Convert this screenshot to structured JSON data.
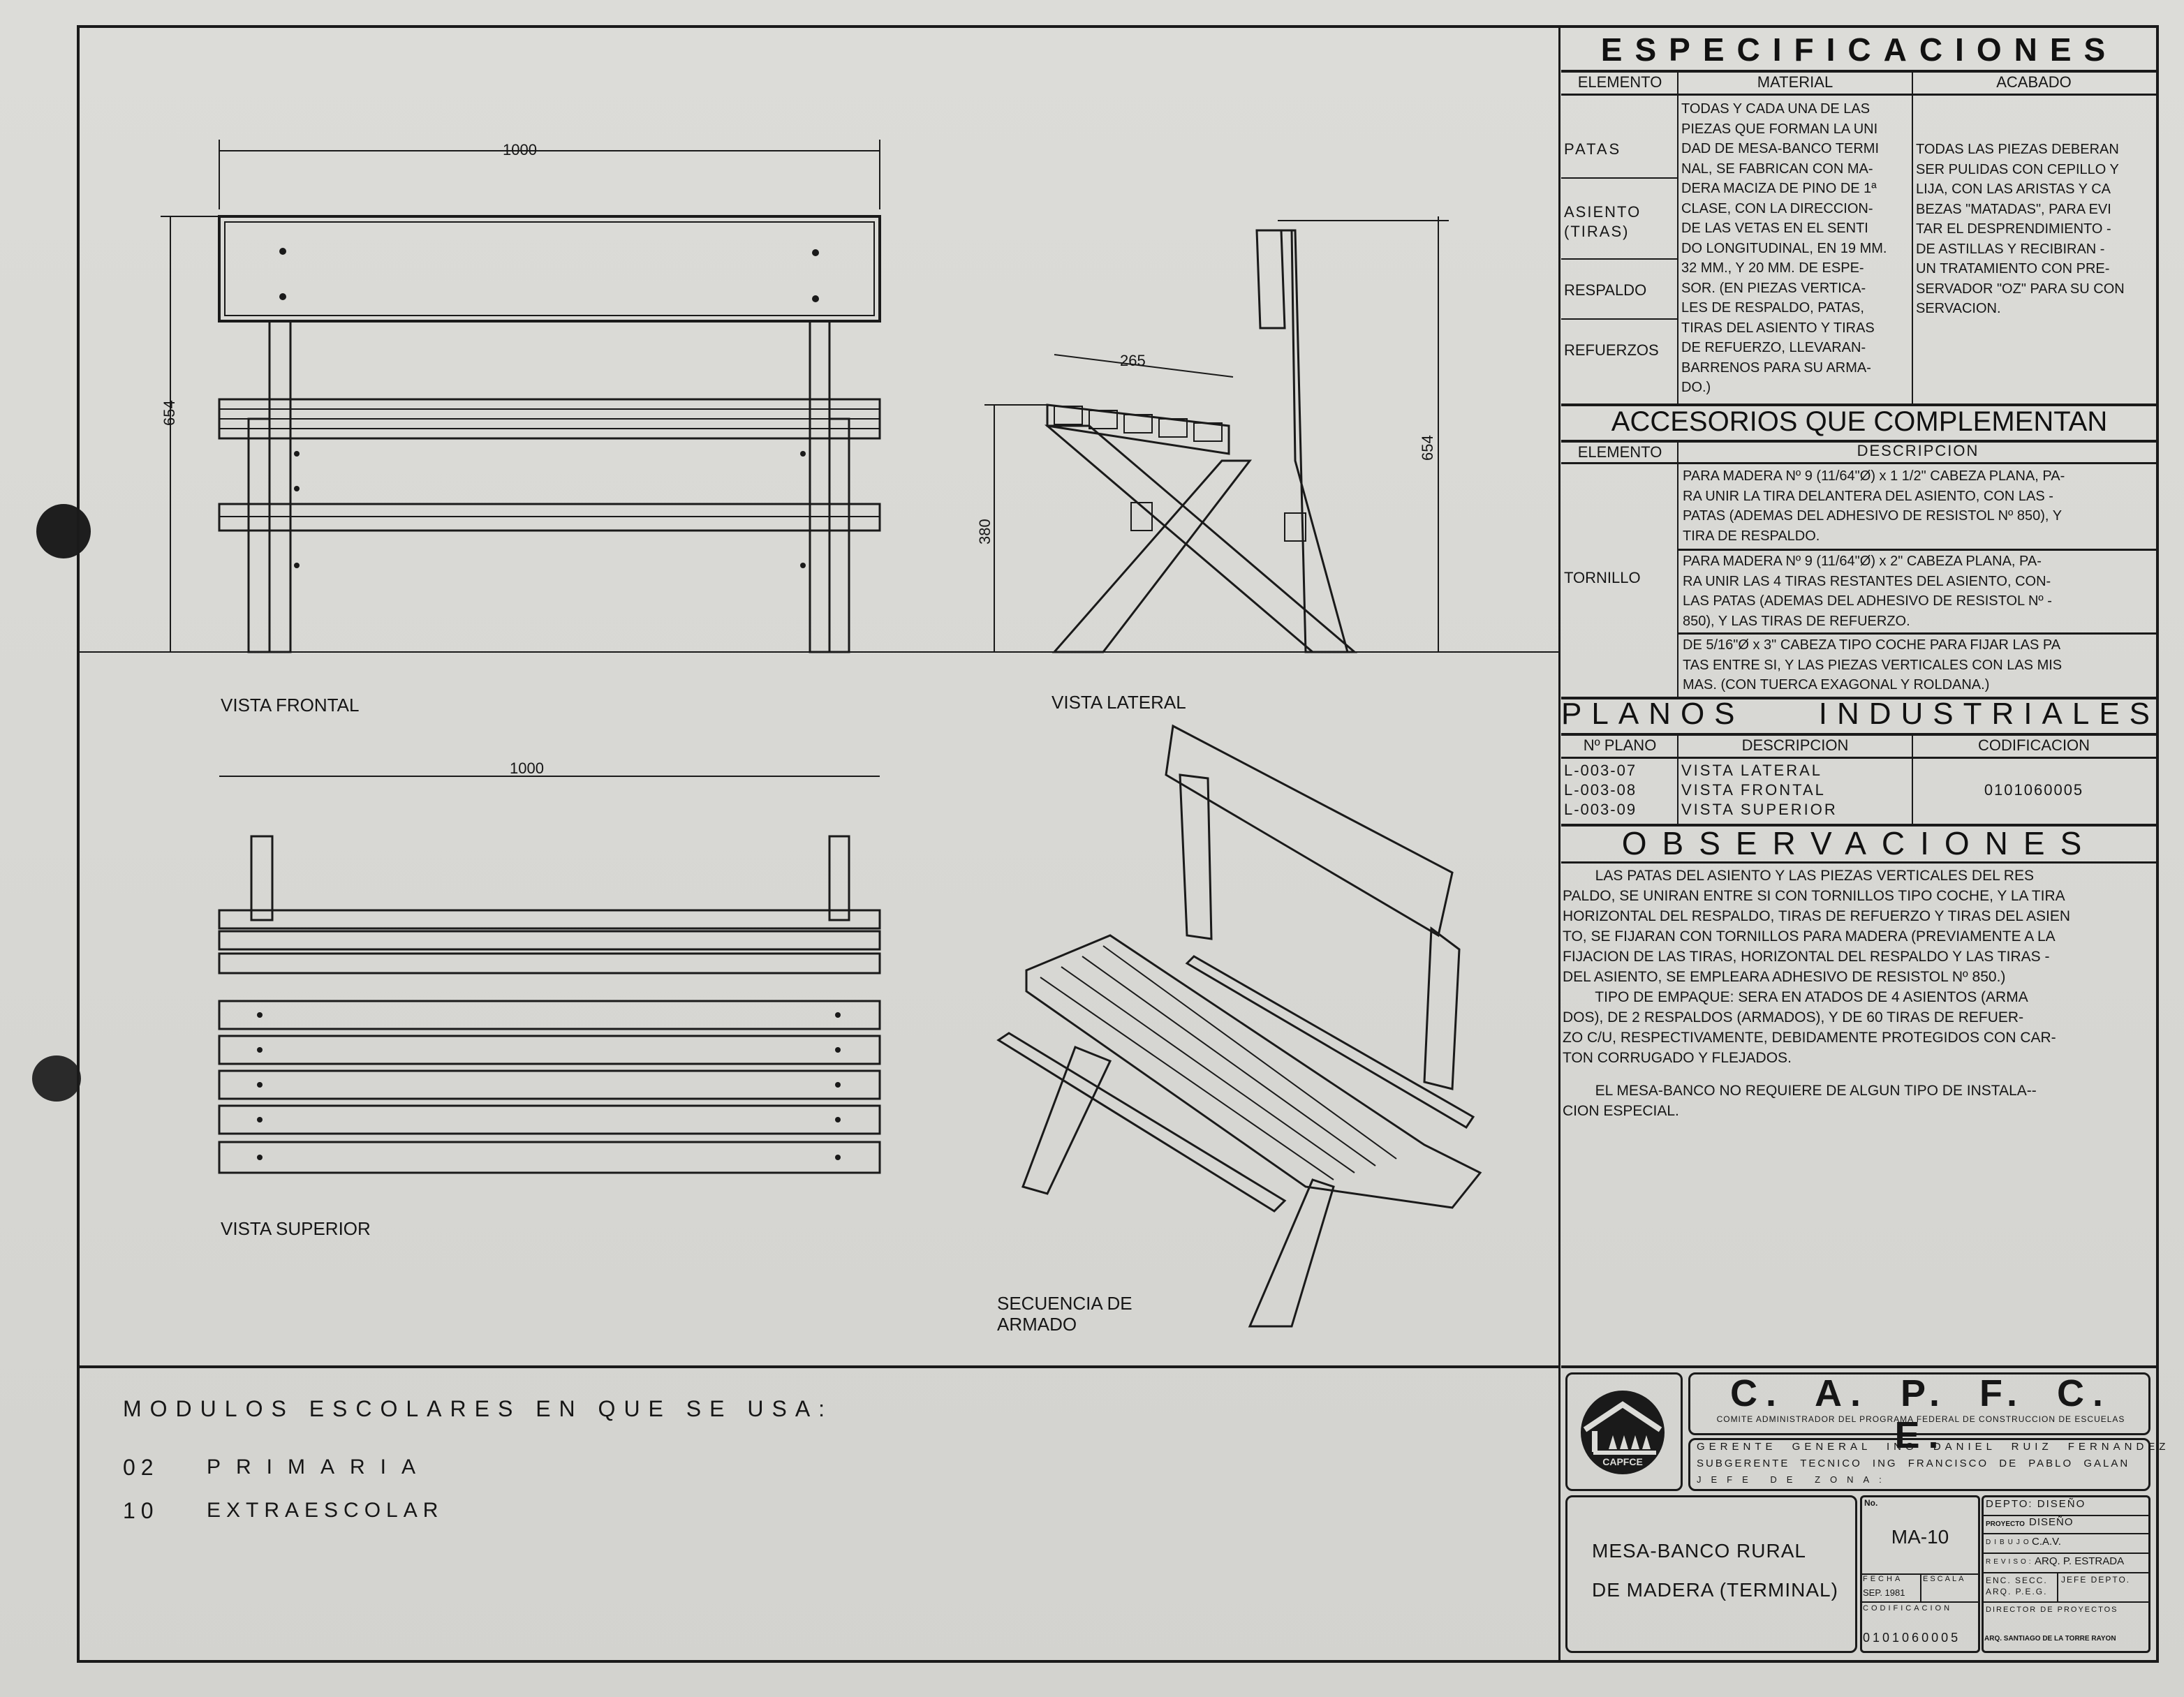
{
  "drawing": {
    "front_view": {
      "label": "VISTA FRONTAL",
      "width_dim": "1000",
      "height_dim": "654"
    },
    "side_view": {
      "label": "VISTA LATERAL",
      "depth_dim": "265",
      "seat_height_dim": "380",
      "height_dim": "654"
    },
    "top_view": {
      "label": "VISTA SUPERIOR",
      "width_dim": "1000"
    },
    "assembly": {
      "label": "SECUENCIA DE\nARMADO"
    }
  },
  "modules": {
    "title": "MODULOS ESCOLARES EN QUE SE USA:",
    "items": [
      {
        "code": "02",
        "name": "PRIMARIA"
      },
      {
        "code": "10",
        "name": "EXTRAESCOLAR"
      }
    ]
  },
  "specs": {
    "title": "ESPECIFICACIONES",
    "col_elemento": "ELEMENTO",
    "col_material": "MATERIAL",
    "col_acabado": "ACABADO",
    "elements": [
      "PATAS",
      "ASIENTO\n(TIRAS)",
      "RESPALDO",
      "REFUERZOS"
    ],
    "material": "TODAS Y CADA UNA DE LAS\nPIEZAS QUE FORMAN LA UNI\nDAD DE MESA-BANCO TERMI\nNAL, SE FABRICAN CON MA-\nDERA MACIZA DE PINO DE 1ª\nCLASE, CON LA DIRECCION-\nDE LAS VETAS EN EL SENTI\nDO LONGITUDINAL, EN 19 MM.\n32 MM., Y 20 MM. DE ESPE-\nSOR. (EN PIEZAS VERTICA-\nLES DE RESPALDO, PATAS,\nTIRAS DEL ASIENTO Y TIRAS\nDE REFUERZO, LLEVARAN-\nBARRENOS PARA SU ARMA-\nDO.)",
    "acabado": "TODAS LAS PIEZAS DEBERAN\nSER PULIDAS CON CEPILLO Y\nLIJA, CON LAS ARISTAS Y CA\nBEZAS \"MATADAS\", PARA EVI\nTAR EL DESPRENDIMIENTO -\nDE ASTILLAS Y RECIBIRAN -\nUN TRATAMIENTO CON PRE-\nSERVADOR \"OZ\" PARA SU CON\nSERVACION."
  },
  "accesorios": {
    "title": "ACCESORIOS QUE COMPLEMENTAN",
    "col_elemento": "ELEMENTO",
    "col_descripcion": "DESCRIPCION",
    "element": "TORNILLO",
    "rows": [
      "PARA MADERA Nº 9 (11/64\"Ø) x 1 1/2\" CABEZA PLANA, PA-\nRA UNIR LA TIRA DELANTERA DEL ASIENTO, CON LAS -\nPATAS (ADEMAS DEL ADHESIVO DE RESISTOL Nº 850), Y\nTIRA DE RESPALDO.",
      "PARA MADERA Nº 9 (11/64\"Ø) x 2\" CABEZA PLANA, PA-\nRA UNIR LAS 4 TIRAS RESTANTES DEL ASIENTO, CON-\nLAS PATAS (ADEMAS DEL ADHESIVO DE RESISTOL Nº -\n850), Y LAS TIRAS DE REFUERZO.",
      "DE 5/16\"Ø x 3\" CABEZA TIPO COCHE PARA FIJAR LAS PA\nTAS ENTRE SI, Y LAS PIEZAS VERTICALES CON LAS MIS\nMAS. (CON TUERCA EXAGONAL Y ROLDANA.)"
    ]
  },
  "planos": {
    "title": "PLANOS INDUSTRIALES",
    "col_no": "Nº PLANO",
    "col_descripcion": "DESCRIPCION",
    "col_codificacion": "CODIFICACION",
    "rows": [
      {
        "no": "L-003-07",
        "desc": "VISTA LATERAL"
      },
      {
        "no": "L-003-08",
        "desc": "VISTA FRONTAL"
      },
      {
        "no": "L-003-09",
        "desc": "VISTA SUPERIOR"
      }
    ],
    "codificacion": "0101060005"
  },
  "observaciones": {
    "title": "OBSERVACIONES",
    "p1": "        LAS PATAS DEL ASIENTO Y LAS PIEZAS VERTICALES DEL RES\nPALDO, SE UNIRAN ENTRE SI CON TORNILLOS TIPO COCHE, Y LA TIRA\nHORIZONTAL DEL RESPALDO, TIRAS DE REFUERZO Y TIRAS DEL ASIEN\nTO, SE FIJARAN CON TORNILLOS PARA MADERA (PREVIAMENTE A LA\nFIJACION DE LAS TIRAS, HORIZONTAL DEL RESPALDO Y LAS TIRAS -\nDEL ASIENTO, SE EMPLEARA ADHESIVO DE RESISTOL Nº 850.)\n        TIPO DE EMPAQUE: SERA EN ATADOS DE 4 ASIENTOS (ARMA\nDOS), DE 2 RESPALDOS (ARMADOS), Y DE 60 TIRAS DE REFUER-\nZO C/U, RESPECTIVAMENTE, DEBIDAMENTE PROTEGIDOS CON CAR-\nTON CORRUGADO Y FLEJADOS.",
    "p2": "        EL MESA-BANCO NO REQUIERE DE ALGUN TIPO DE INSTALA--\nCION ESPECIAL."
  },
  "title_block": {
    "logo_text": "CAPFCE",
    "org": "C. A. P. F. C. E.",
    "org_full": "COMITE ADMINISTRADOR DEL PROGRAMA FEDERAL DE CONSTRUCCION DE ESCUELAS",
    "gerente": "GERENTE GENERAL ING DANIEL RUIZ FERNANDEZ",
    "subgerente": "SUBGERENTE TECNICO ING FRANCISCO DE PABLO GALAN",
    "jefe_zona": "JEFE DE ZONA:",
    "title": "MESA-BANCO RURAL\nDE MADERA (TERMINAL)",
    "no_label": "No.",
    "no": "MA-10",
    "fecha_label": "FECHA",
    "fecha": "SEP. 1981",
    "escala_label": "ESCALA",
    "codificacion_label": "CODIFICACION",
    "codificacion": "0101060005",
    "depto": "DEPTO: DISEÑO",
    "proyecto_label": "PROYECTO",
    "proyecto": "DISEÑO",
    "dibujo_label": "DIBUJO",
    "dibujo": "C.A.V.",
    "reviso_label": "REVISO:",
    "reviso": "ARQ. P. ESTRADA",
    "enc_secc": "ENC. SECC.\nARQ. P.E.G.",
    "jefe_depto": "JEFE DEPTO.",
    "director_label": "DIRECTOR DE PROYECTOS",
    "director": "ARQ. SANTIAGO DE LA TORRE RAYON"
  },
  "colors": {
    "paper": "#d6d6d2",
    "ink": "#161616"
  }
}
